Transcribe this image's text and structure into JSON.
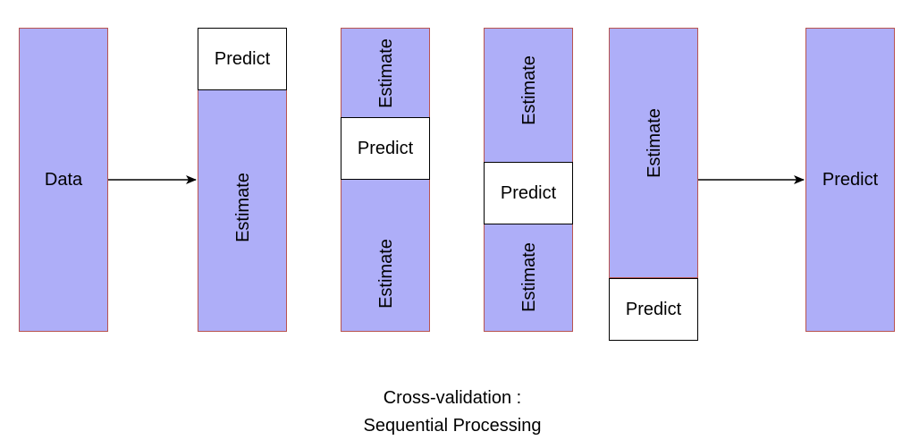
{
  "blocks": {
    "data_label": "Data",
    "estimate_label": "Estimate",
    "predict_label": "Predict"
  },
  "caption": {
    "line1": "Cross-validation :",
    "line2": "Sequential Processing"
  },
  "colors": {
    "block_fill": "#aeaef8",
    "block_border": "#b85450",
    "predict_fill": "#ffffff",
    "predict_border": "#000000"
  }
}
